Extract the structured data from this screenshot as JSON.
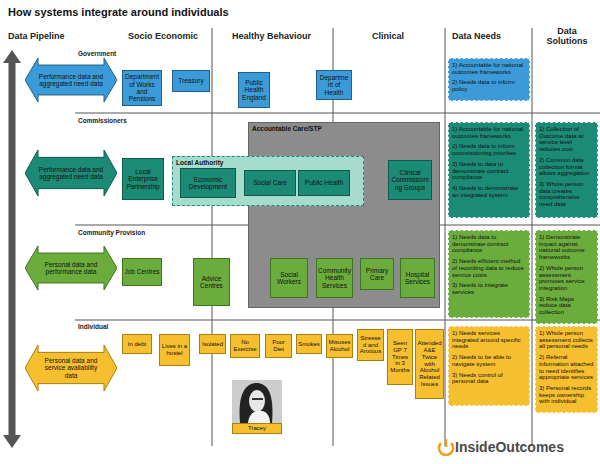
{
  "diagram": {
    "title": "How systems integrate around individuals",
    "nodes": [
      {
        "text": [
          "Performance data and aggregated need data"
        ]
      },
      {
        "text": [
          "Department of Works and Pensions"
        ]
      },
      {
        "text": [
          "Treasury"
        ]
      },
      {
        "text": [
          "Public Health England"
        ]
      },
      {
        "text": [
          "Department of Health"
        ]
      },
      {
        "text": [
          "1) Accountable for national outcomes frameworks",
          "2) Needs data to inform policy"
        ]
      },
      {
        "text": [
          "Performance data and aggregated need data"
        ]
      },
      {
        "text": [
          "Local Enterprise Partnership"
        ]
      },
      {
        "text": [
          "Accountable Care/STP"
        ]
      },
      {
        "text": [
          "Local Authority"
        ]
      },
      {
        "text": [
          "Economic Development"
        ],
        "in": 9
      },
      {
        "text": [
          "Social Care"
        ],
        "in": 9
      },
      {
        "text": [
          "Public Health"
        ],
        "in": 9
      },
      {
        "text": [
          "Clinical Commissioning Groups"
        ],
        "in": 8
      },
      {
        "text": [
          "1) Accountable for national outcomes frameworks",
          "2) Needs data to inform commissioning priorities",
          "3) Needs to data to demonstrate contract compliance",
          "4) Needs to demonstrate an integrated system"
        ]
      },
      {
        "text": [
          "1) Collection of Outcome data at service level reduces cost",
          "2) Common data collection format allows aggregation",
          "3) Whole person data creates comprehensive need data"
        ]
      },
      {
        "text": [
          "Personal data and performance data"
        ]
      },
      {
        "text": [
          "Job Centres"
        ]
      },
      {
        "text": [
          "Advice Centres"
        ]
      },
      {
        "text": [
          "Social Workers"
        ],
        "in": 8
      },
      {
        "text": [
          "Community Health Services"
        ],
        "in": 8
      },
      {
        "text": [
          "Primary Care"
        ],
        "in": 8
      },
      {
        "text": [
          "Hospital Services"
        ],
        "in": 8
      },
      {
        "text": [
          "1) Needs data to demonstrate contract compliance",
          "2) Needs efficient method of recording data to reduce service costs",
          "3) Needs to integrate services"
        ]
      },
      {
        "text": [
          "1) Demonstrate impact against national outcome frameworks",
          "2) Whole person assessment promotes service integration",
          "3) Risk Maps reduce data collection"
        ]
      },
      {
        "text": [
          "Personal data and service availability data"
        ]
      },
      {
        "text": [
          "In debt"
        ]
      },
      {
        "text": [
          "Lives in a hostel"
        ]
      },
      {
        "text": [
          "Isolated"
        ]
      },
      {
        "text": [
          "No Exercise"
        ]
      },
      {
        "text": [
          "Poor Diet"
        ]
      },
      {
        "text": [
          "Smokes"
        ]
      },
      {
        "text": [
          "Misuses Alcohol"
        ]
      },
      {
        "text": [
          "Stressed and Anxious"
        ]
      },
      {
        "text": [
          "Seen GP 7 Times in 3 Months"
        ]
      },
      {
        "text": [
          "Attended A&E Twice with Alcohol Related Issues"
        ]
      },
      {
        "text": [
          "Tracey"
        ]
      },
      {
        "text": [
          "1) Needs services integrated around specific needs",
          "2) Needs to be able to navigate system",
          "3) Needs control of personal data"
        ]
      },
      {
        "text": [
          "1) Whole person assessment collects all personal needs",
          "2) Referral information attached to need identifies appropriate services",
          "3) Personal records keeps ownership with individual"
        ]
      }
    ],
    "labels": [
      "Data Pipeline",
      "Socio Economic",
      "Healthy Behaviour",
      "Clinical",
      "Data Needs",
      "Data Solutions",
      "Government",
      "Commissioners",
      "Community Provision",
      "Individual",
      "InsideOutcomes"
    ]
  }
}
